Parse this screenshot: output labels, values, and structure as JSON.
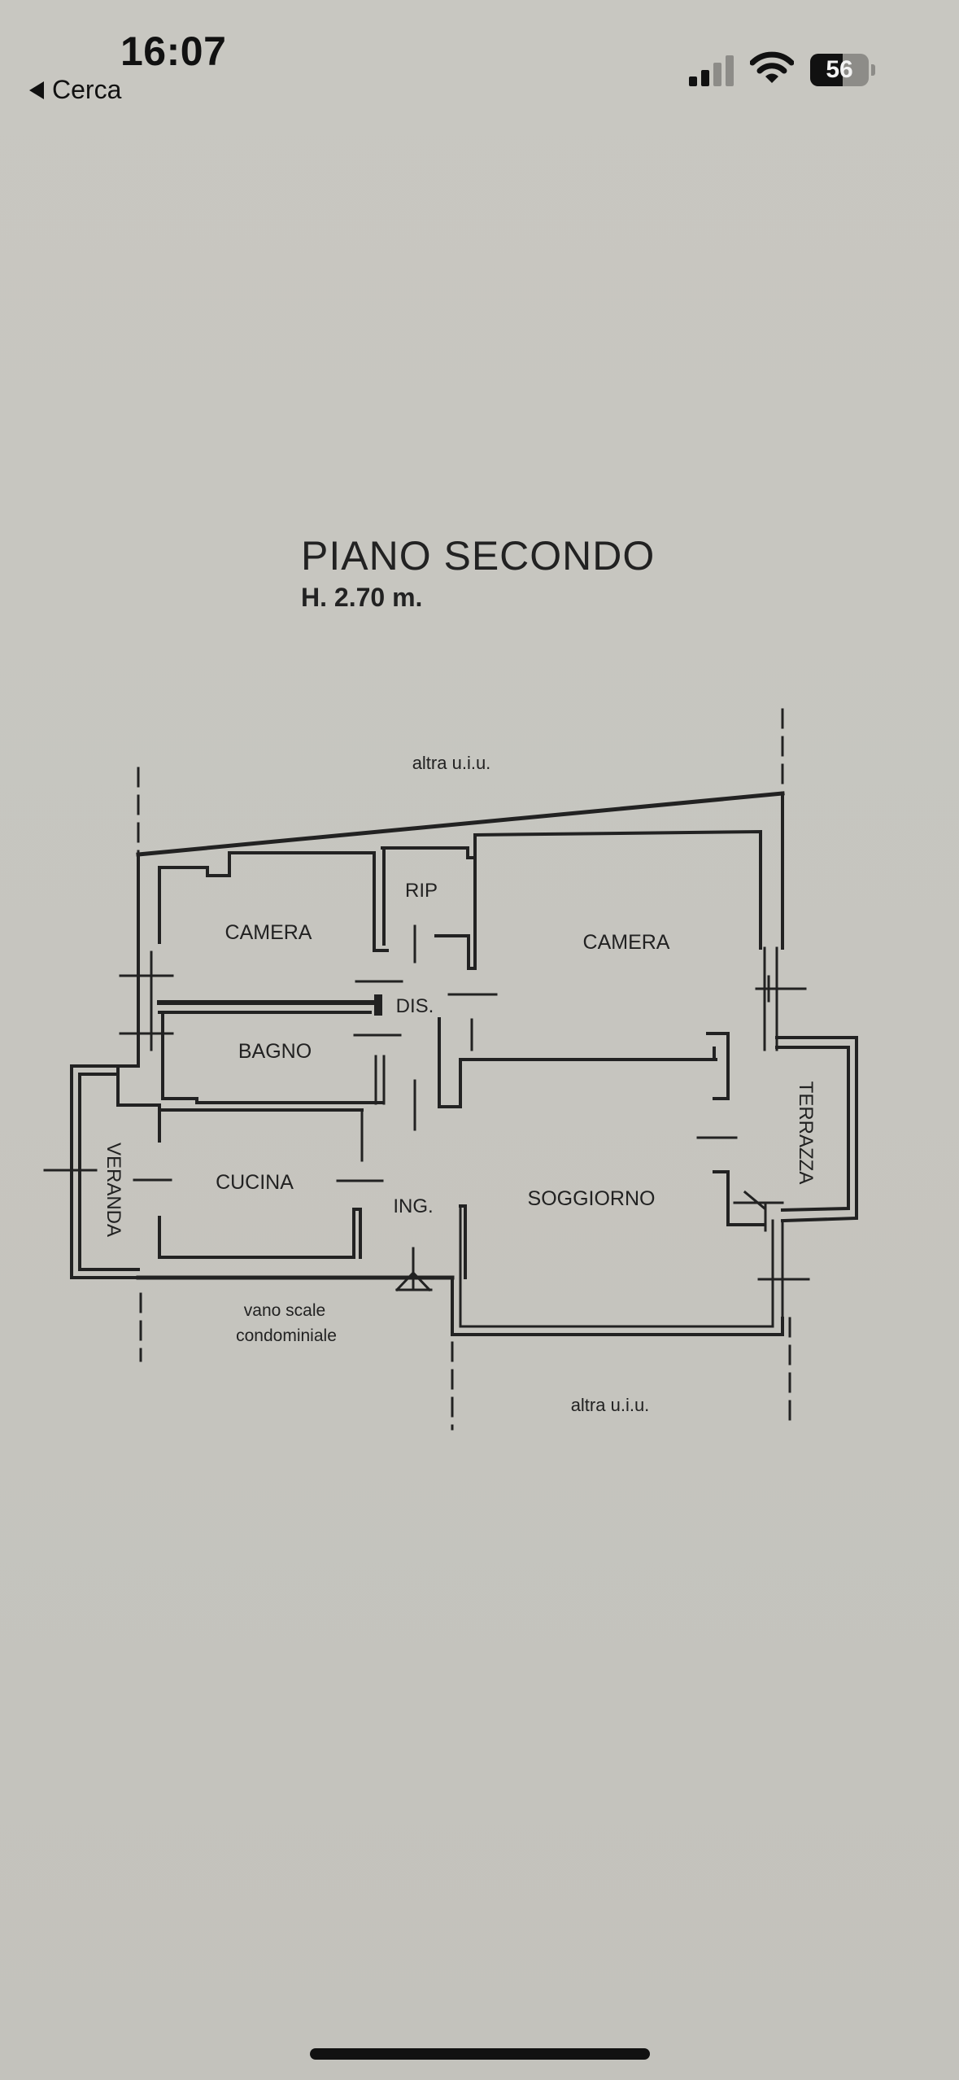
{
  "status_bar": {
    "time": "16:07",
    "back_label": "Cerca",
    "battery_level": "56",
    "battery_fraction": 0.56,
    "signal_bars_filled": 2,
    "signal_bars_total": 4
  },
  "plan": {
    "title": "PIANO SECONDO",
    "height": "H. 2.70 m.",
    "labels": {
      "altra_top": "altra u.i.u.",
      "altra_bottom": "altra u.i.u.",
      "rip": "RIP",
      "camera_left": "CAMERA",
      "camera_right": "CAMERA",
      "dis": "DIS.",
      "bagno": "BAGNO",
      "veranda": "VERANDA",
      "cucina": "CUCINA",
      "ing": "ING.",
      "soggiorno": "SOGGIORNO",
      "terrazza": "TERRAZZA",
      "vano_scale_1": "vano scale",
      "vano_scale_2": "condominiale"
    }
  },
  "colors": {
    "paper": "#c7c6c0",
    "ink": "#222222"
  }
}
